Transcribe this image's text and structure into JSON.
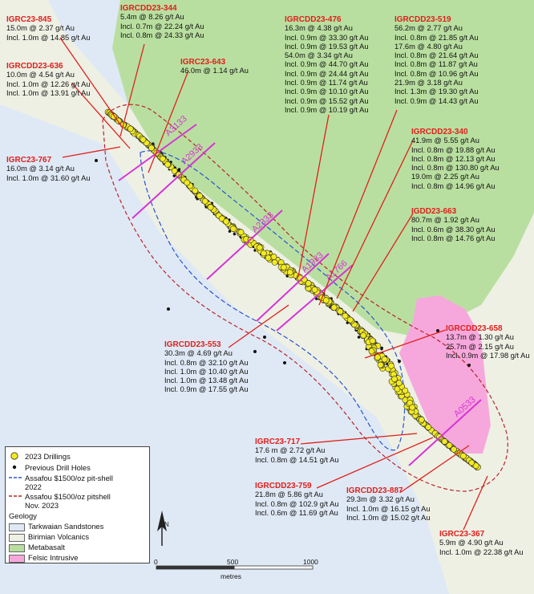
{
  "callouts": [
    {
      "id": "IGRC23-845",
      "lines": [
        "15.0m @ 2.37 g/t Au",
        "Incl. 1.0m @ 14.85 g/t Au"
      ]
    },
    {
      "id": "IGRCDD23-344",
      "lines": [
        "5.4m @ 8.26 g/t Au",
        "Incl. 0.7m @ 22.24 g/t Au",
        "Incl. 0.8m @ 24.33 g/t Au"
      ]
    },
    {
      "id": "IGRCDD23-636",
      "lines": [
        "10.0m @ 4.54 g/t Au",
        "Incl. 1.0m @ 12.26 g/t Au",
        "Incl. 1.0m @ 13.91 g/t Au"
      ]
    },
    {
      "id": "IGRC23-643",
      "lines": [
        "46.0m @ 1.14 g/t Au"
      ]
    },
    {
      "id": "IGRC23-767",
      "lines": [
        "16.0m @ 3.14 g/t Au",
        "Incl. 1.0m @ 31.60 g/t Au"
      ]
    },
    {
      "id": "IGRCDD23-476",
      "lines": [
        "16.3m @ 4.38 g/t Au",
        "Incl. 0.9m @ 33.30 g/t Au",
        "Incl. 0.9m @ 19.53 g/t Au",
        "54.0m @ 3.34 g/t Au",
        "Incl. 0.9m @ 44.70 g/t Au",
        "Incl. 0.9m @ 24.44 g/t Au",
        "Incl. 0.9m @ 11.74 g/t Au",
        "Incl. 0.9m @ 10.10 g/t Au",
        "Incl. 0.9m @ 15.52 g/t Au",
        "Incl. 0.9m @ 10.19 g/t Au"
      ]
    },
    {
      "id": "IGRCDD23-519",
      "lines": [
        "56.2m @ 2.77 g/t Au",
        "Incl. 0.8m @ 21.85 g/t Au",
        "17.6m @ 4.80 g/t Au",
        "Incl. 0.8m @ 21.64 g/t Au",
        "Incl. 0.8m @ 11.87 g/t Au",
        "Incl. 0.8m @ 10.96 g/t Au",
        "21.9m @ 3.18 g/t Au",
        "Incl. 1.3m @ 19.30 g/t Au",
        "Incl. 0.9m @ 14.43 g/t Au"
      ]
    },
    {
      "id": "IGRCDD23-340",
      "lines": [
        "41.9m @ 5.55 g/t Au",
        "Incl. 0.8m @ 19.88 g/t Au",
        "Incl. 0.8m @ 12.13 g/t Au",
        "Incl. 0.8m @ 130.80 g/t Au",
        "19.0m @ 2.25 g/t Au",
        "Incl. 0.8m @ 14.96 g/t Au"
      ]
    },
    {
      "id": "IGDD23-663",
      "lines": [
        "80.7m @ 1.92 g/t Au",
        "Incl. 0.6m @ 38.30 g/t Au",
        "Incl. 0.8m @ 14.76 g/t Au"
      ]
    },
    {
      "id": "IGRCDD23-658",
      "lines": [
        "13.7m @ 1.30 g/t Au",
        "25.7m @ 2.15 g/t Au",
        "Incl. 0.9m @ 17.98 g/t Au"
      ]
    },
    {
      "id": "IGRCDD23-553",
      "lines": [
        "30.3m @ 4.69 g/t Au",
        "Incl. 0.8m @ 32.10 g/t Au",
        "Incl. 1.0m @ 10.40 g/t Au",
        "Incl. 1.0m @ 13.48 g/t Au",
        "Incl. 0.9m @ 17.55 g/t Au"
      ]
    },
    {
      "id": "IGRC23-717",
      "lines": [
        "17.6 m @ 2.72 g/t Au",
        "Incl. 0.8m @ 14.51 g/t Au"
      ]
    },
    {
      "id": "IGRCDD23-759",
      "lines": [
        "21.8m @ 5.86 g/t Au",
        "Incl. 0.8m @ 102.9 g/t Au",
        "Incl. 0.6m @ 11.69 g/t Au"
      ]
    },
    {
      "id": "IGRCDD23-887",
      "lines": [
        "29.3m @ 3.32 g/t Au",
        "Incl. 1.0m @ 16.15 g/t Au",
        "Incl. 1.0m @ 15.02 g/t Au"
      ]
    },
    {
      "id": "IGRC23-367",
      "lines": [
        "5.9m @ 4.90 g/t Au",
        "Incl. 1.0m @ 22.38 g/t Au"
      ]
    }
  ],
  "sections": [
    "A3133",
    "A2933",
    "A2333",
    "A1933",
    "A1766",
    "A0533"
  ],
  "legend": {
    "drillings_2023": "2023 Drillings",
    "previous_holes": "Previous Drill Holes",
    "pitshell_2022": [
      "Assafou $1500/oz pit-shell",
      "2022"
    ],
    "pitshell_2023": [
      "Assafou $1500/oz pitshell",
      "Nov. 2023"
    ],
    "geology_title": "Geology",
    "geology": [
      {
        "label": "Tarkwaian Sandstones",
        "color": "#dfe9f5"
      },
      {
        "label": "Birimian Volcanics",
        "color": "#eef0e4"
      },
      {
        "label": "Metabasalt",
        "color": "#b9dfa0"
      },
      {
        "label": "Felsic Intrusive",
        "color": "#f6a8dc"
      }
    ]
  },
  "scale": {
    "ticks": [
      "0",
      "500",
      "1000"
    ],
    "unit": "metres"
  },
  "north_label": "N",
  "colors": {
    "metabasalt": "#b9dfa0",
    "birimian": "#eef0e4",
    "tarkwaian": "#dfe9f5",
    "felsic": "#f6a8dc",
    "callout_red": "#e0201c",
    "section_magenta": "#d633d6",
    "pit2022": "#2a52d4",
    "pit2023": "#b8242a",
    "drill_yellow": "#f2ea1e"
  }
}
